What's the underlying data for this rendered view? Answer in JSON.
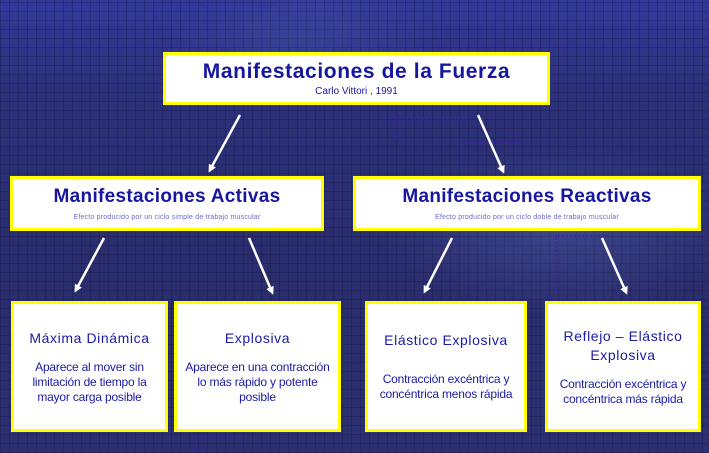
{
  "diagram": {
    "root": {
      "title": "Manifestaciones de la Fuerza",
      "subtitle": "Carlo Vittori , 1991"
    },
    "branches": [
      {
        "title": "Manifestaciones Activas",
        "subtitle": "Efecto producido por un ciclo simple de trabajo muscular",
        "children": [
          {
            "title": "Máxima Dinámica",
            "description": "Aparece al mover sin limitación de tiempo la mayor carga posible"
          },
          {
            "title": "Explosiva",
            "description": "Aparece en una contracción lo más rápido y potente posible"
          }
        ]
      },
      {
        "title": "Manifestaciones Reactivas",
        "subtitle": "Efecto producido por un ciclo doble de trabajo muscular",
        "children": [
          {
            "title": "Elástico Explosiva",
            "description": "Contracción excéntrica y concéntrica menos rápida"
          },
          {
            "title": "Reflejo – Elástico Explosiva",
            "description": "Contracción excéntrica y concéntrica más rápida"
          }
        ]
      }
    ],
    "colors": {
      "background": "#2b2e6e",
      "box_fill": "#ffffff",
      "box_border": "#ffff00",
      "text": "#1616a0",
      "arrow": "#ffffff"
    }
  }
}
